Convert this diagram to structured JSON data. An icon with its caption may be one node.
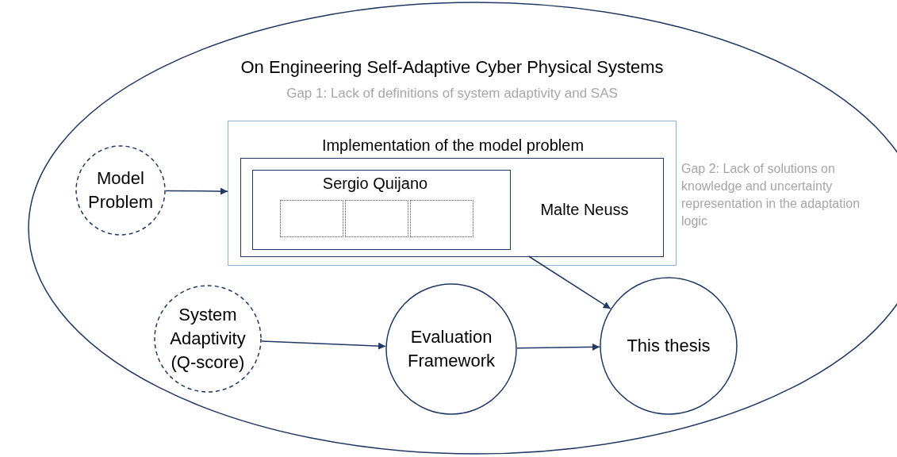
{
  "diagram": {
    "title": "On Engineering Self-Adaptive Cyber Physical Systems",
    "nodes": [
      {
        "text": [
          "Gap 1: Lack of definitions of system adaptivity and SAS"
        ]
      },
      {
        "text": [
          "Implementation of the model problem"
        ],
        "in": 0,
        "beside": [
          "Gap 2: Lack of solutions on knowledge and uncertainty representation in the adaptation logic"
        ]
      },
      {
        "text": [
          "Malte Neuss"
        ],
        "in": 1
      },
      {
        "text": [
          "Sergio Quijano"
        ],
        "in": 2
      },
      {
        "text": [],
        "shape": "box",
        "in": 3
      },
      {
        "text": [],
        "shape": "box",
        "in": 3
      },
      {
        "text": [],
        "shape": "box",
        "in": 3
      },
      {
        "text": [
          "Model Problem"
        ],
        "in": 0
      },
      {
        "text": [
          "System Adaptivity (Q-score)"
        ],
        "in": 0
      },
      {
        "text": [
          "Evaluation Framework"
        ],
        "in": 0
      },
      {
        "text": [
          "This thesis"
        ],
        "in": 0
      }
    ],
    "edges": [
      {
        "from": 7,
        "to": 1,
        "arrow": "to"
      },
      {
        "from": 2,
        "to": 10,
        "arrow": "to"
      },
      {
        "from": 8,
        "to": 9,
        "arrow": "to"
      },
      {
        "from": 9,
        "to": 10,
        "arrow": "to"
      }
    ]
  }
}
